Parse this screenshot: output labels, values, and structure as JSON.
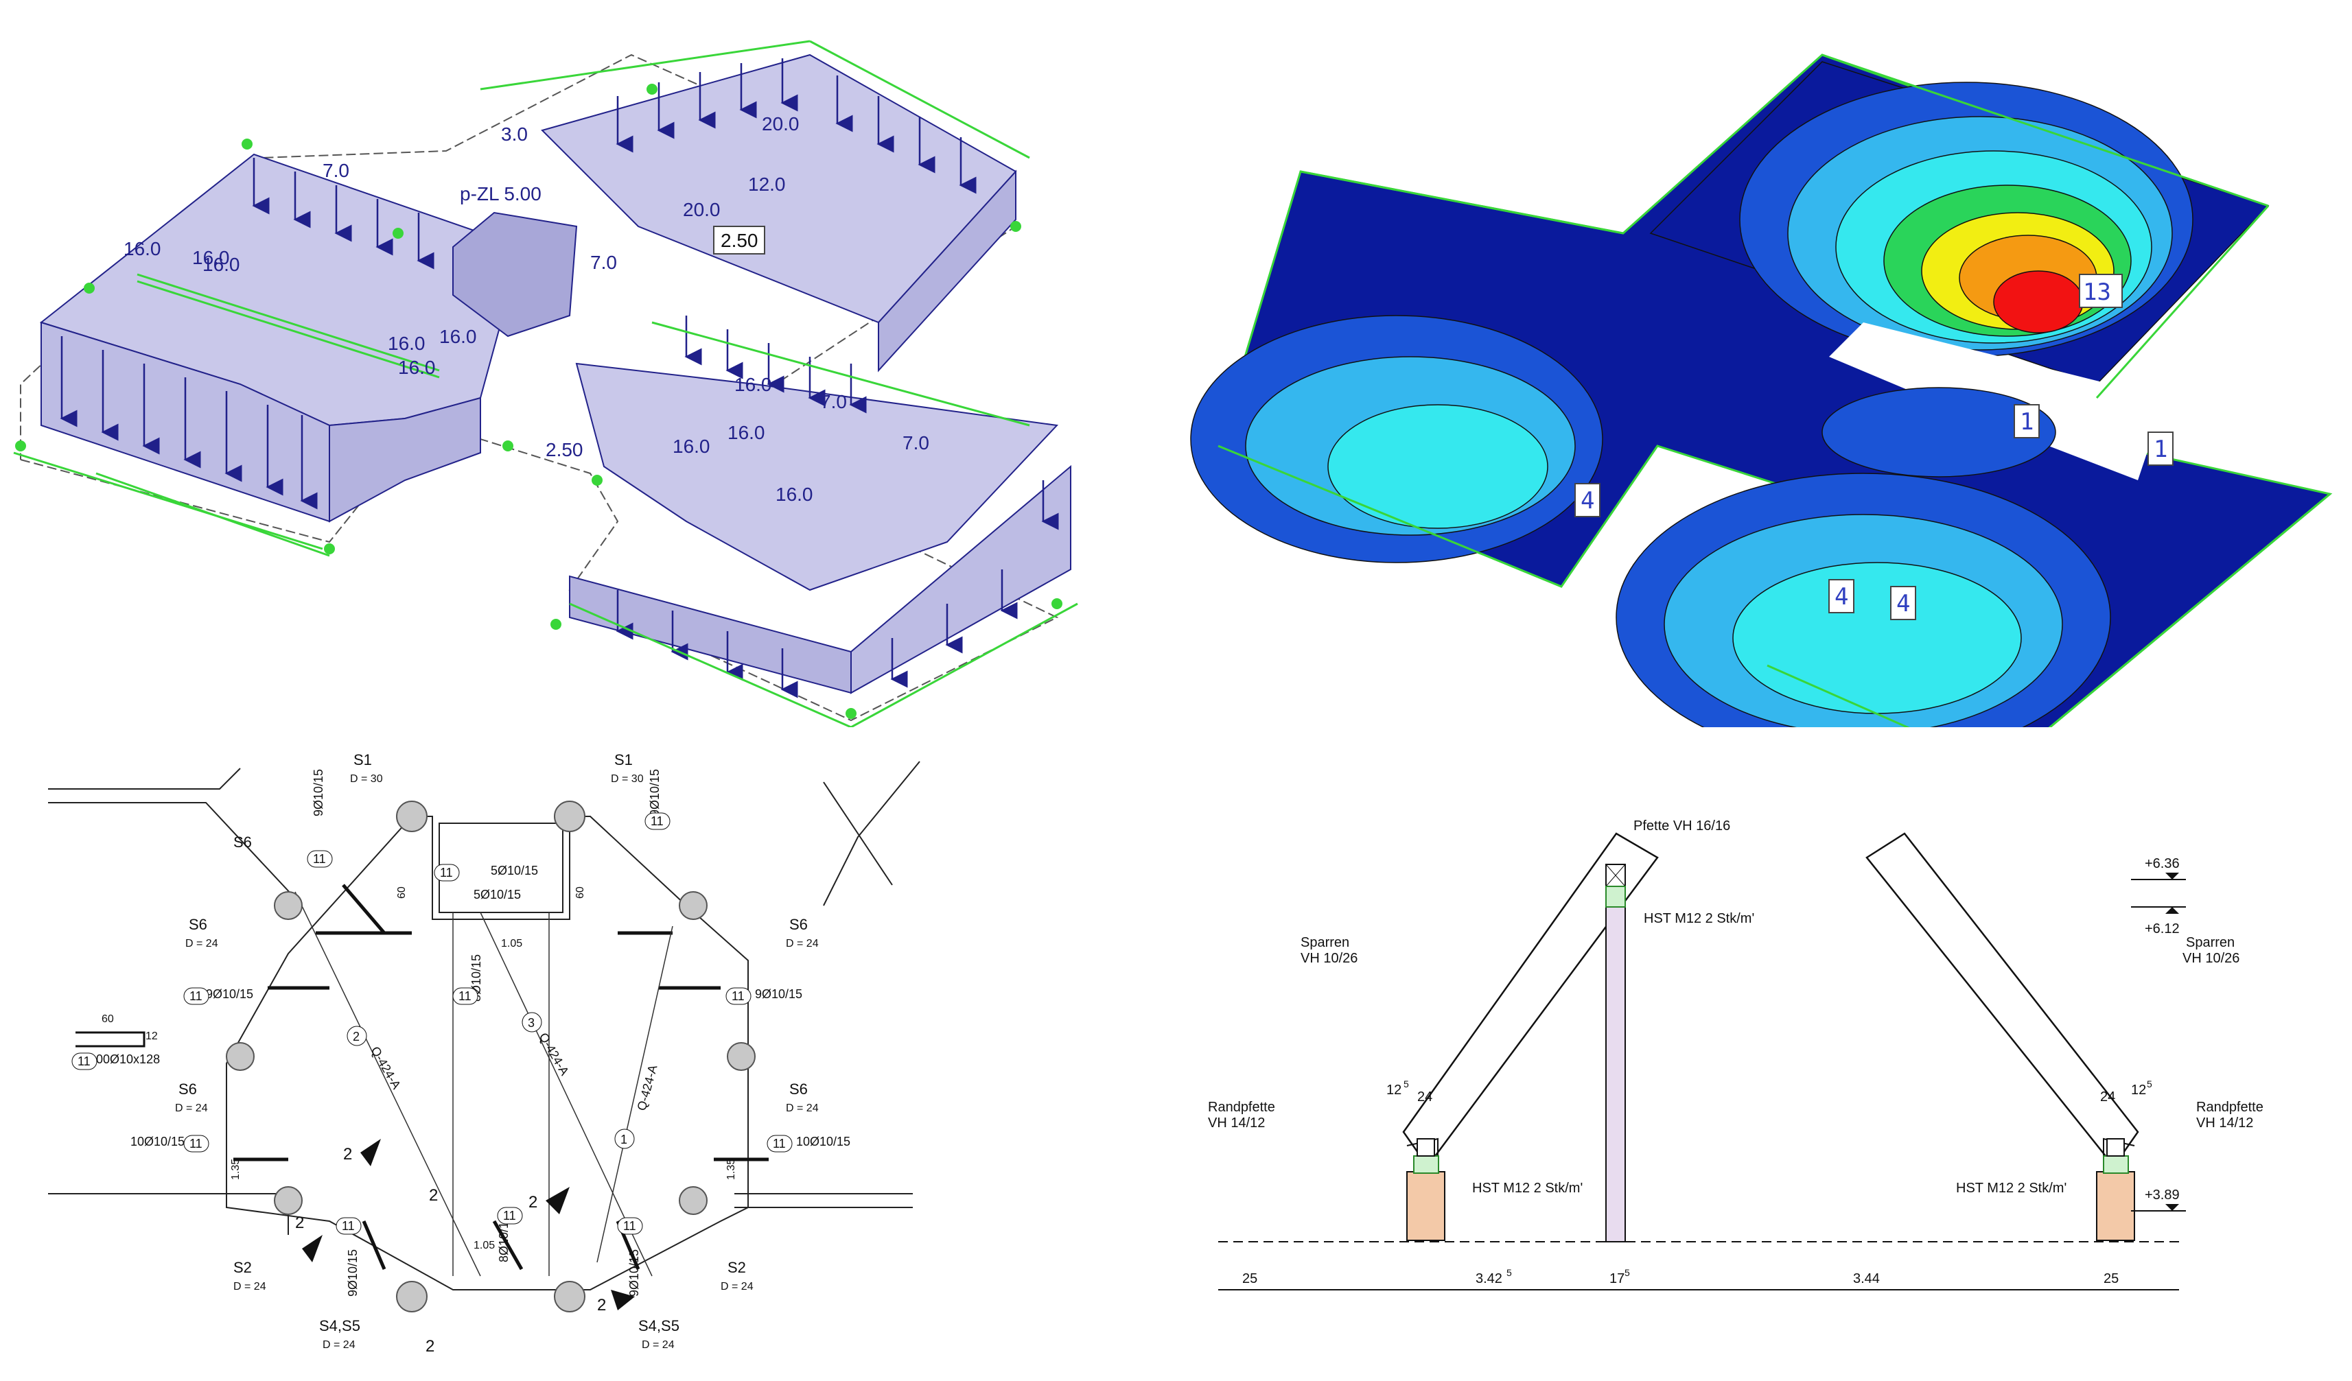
{
  "panel_load": {
    "labels": [
      "7.0",
      "3.0",
      "20.0",
      "12.0",
      "20.0",
      "p-ZL 5.00",
      "2.50",
      "16.0",
      "16.0",
      "16.0",
      "7.0",
      "16.0",
      "16.0",
      "16.0",
      "16.0",
      "7.0",
      "7.0",
      "2.50",
      "16.0",
      "16.0",
      "16.0"
    ],
    "colors": {
      "load_fill": "#c9c8ea",
      "load_edge": "#22228a",
      "support": "#39d639"
    }
  },
  "panel_contour": {
    "labels": [
      "13",
      "1",
      "1",
      "4",
      "4",
      "4"
    ],
    "colors": {
      "dark": "#0a1a9c",
      "mid": "#1b54d6",
      "light": "#35b7ee",
      "cyan": "#35e8ee",
      "green": "#2ad45a",
      "yellow": "#f2ee12",
      "orange": "#f59a12",
      "red": "#f21212"
    }
  },
  "panel_plan": {
    "column_labels": [
      {
        "name": "S1",
        "d": "D = 30"
      },
      {
        "name": "S1",
        "d": "D = 30"
      },
      {
        "name": "S6",
        "d": "D = 24"
      },
      {
        "name": "S6",
        "d": "D = 24"
      },
      {
        "name": "S6",
        "d": "D = 24"
      },
      {
        "name": "S6",
        "d": "D = 24"
      },
      {
        "name": "S2",
        "d": "D = 24"
      },
      {
        "name": "S2",
        "d": "D = 24"
      },
      {
        "name": "S4,S5",
        "d": "D = 24"
      },
      {
        "name": "S4,S5",
        "d": "D = 24"
      }
    ],
    "s6_upper": "S6",
    "rebar": {
      "r1": "9Ø10/15",
      "r2": "9Ø10/15",
      "r3": "5Ø10/15",
      "r4": "5Ø10/15",
      "r5": "9Ø10/15",
      "r6": "9Ø10/15",
      "r7": "8Ø10/15",
      "r8": "10Ø10/15",
      "r9": "10Ø10/15",
      "r10": "8Ø10/15",
      "r11": "9Ø10/15",
      "r12": "9Ø10/15",
      "mesh1": "Q-424-A",
      "mesh2": "Q-424-A",
      "mesh3": "Q-424-A",
      "leg": "100Ø10x128"
    },
    "pos_numbers": [
      "11",
      "11",
      "11",
      "11",
      "11",
      "11",
      "11",
      "11",
      "11",
      "11",
      "11",
      "11",
      "2",
      "3",
      "1"
    ],
    "dims": {
      "d60a": "60",
      "d60b": "60",
      "d105a": "1.05",
      "d105b": "1.05",
      "d135a": "1.35",
      "d135b": "1.35",
      "hook60": "60",
      "hook12": "12"
    },
    "section_marks": [
      "2",
      "2",
      "2",
      "2",
      "2",
      "2"
    ]
  },
  "panel_section": {
    "ridge_label": "Pfette VH 16/16",
    "rafter_left": [
      "Sparren",
      "VH 10/26"
    ],
    "rafter_right": [
      "Sparren",
      "VH 10/26"
    ],
    "eaves_left": [
      "Randpfette",
      "VH 14/12"
    ],
    "eaves_right": [
      "Randpfette",
      "VH 14/12"
    ],
    "anchor_left": "HST M12 2 Stk/m'",
    "anchor_right": "HST M12 2 Stk/m'",
    "anchor_mid": "HST M12 2 Stk/m'",
    "level_top": "+6.36",
    "level_mid": "+6.12",
    "level_low": "+3.89",
    "dims_top_left": [
      "12",
      "5",
      "24"
    ],
    "dims_top_right": [
      "24",
      "12",
      "5"
    ],
    "dims_bottom": [
      "25",
      "3.42",
      "5",
      "17",
      "5",
      "3.44",
      "25"
    ]
  }
}
